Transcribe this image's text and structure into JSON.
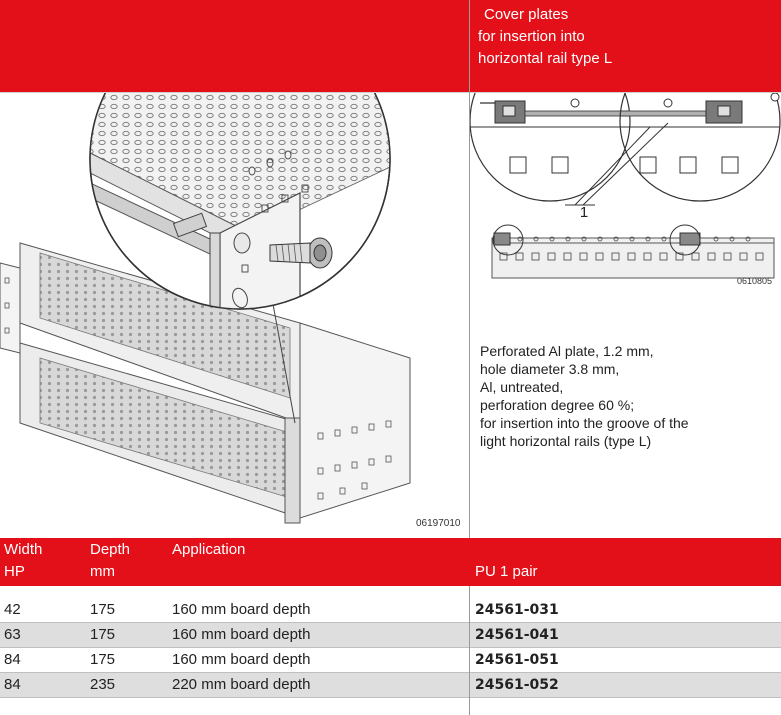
{
  "header": {
    "title_lines": [
      "Cover plates",
      "for insertion into",
      "horizontal rail type L"
    ]
  },
  "images": {
    "left_code": "06197010",
    "right_code": "0610805",
    "callout_number": "1"
  },
  "description": {
    "lines": [
      "Perforated Al plate, 1.2 mm,",
      "hole diameter 3.8 mm,",
      "Al, untreated,",
      "perforation degree 60 %;",
      "for insertion into the groove of the",
      "light horizontal rails (type L)"
    ]
  },
  "table": {
    "headers": {
      "width_l1": "Width",
      "width_l2": "HP",
      "depth_l1": "Depth",
      "depth_l2": "mm",
      "application": "Application",
      "pu": "PU 1 pair"
    },
    "rows": [
      {
        "width": "42",
        "depth": "175",
        "application": "160 mm board depth",
        "code": "24561-031"
      },
      {
        "width": "63",
        "depth": "175",
        "application": "160 mm board depth",
        "code": "24561-041"
      },
      {
        "width": "84",
        "depth": "175",
        "application": "160 mm board depth",
        "code": "24561-051"
      },
      {
        "width": "84",
        "depth": "235",
        "application": "220 mm board depth",
        "code": "24561-052"
      }
    ]
  },
  "colors": {
    "accent_red": "#e3101a",
    "row_shade": "#dedede"
  }
}
